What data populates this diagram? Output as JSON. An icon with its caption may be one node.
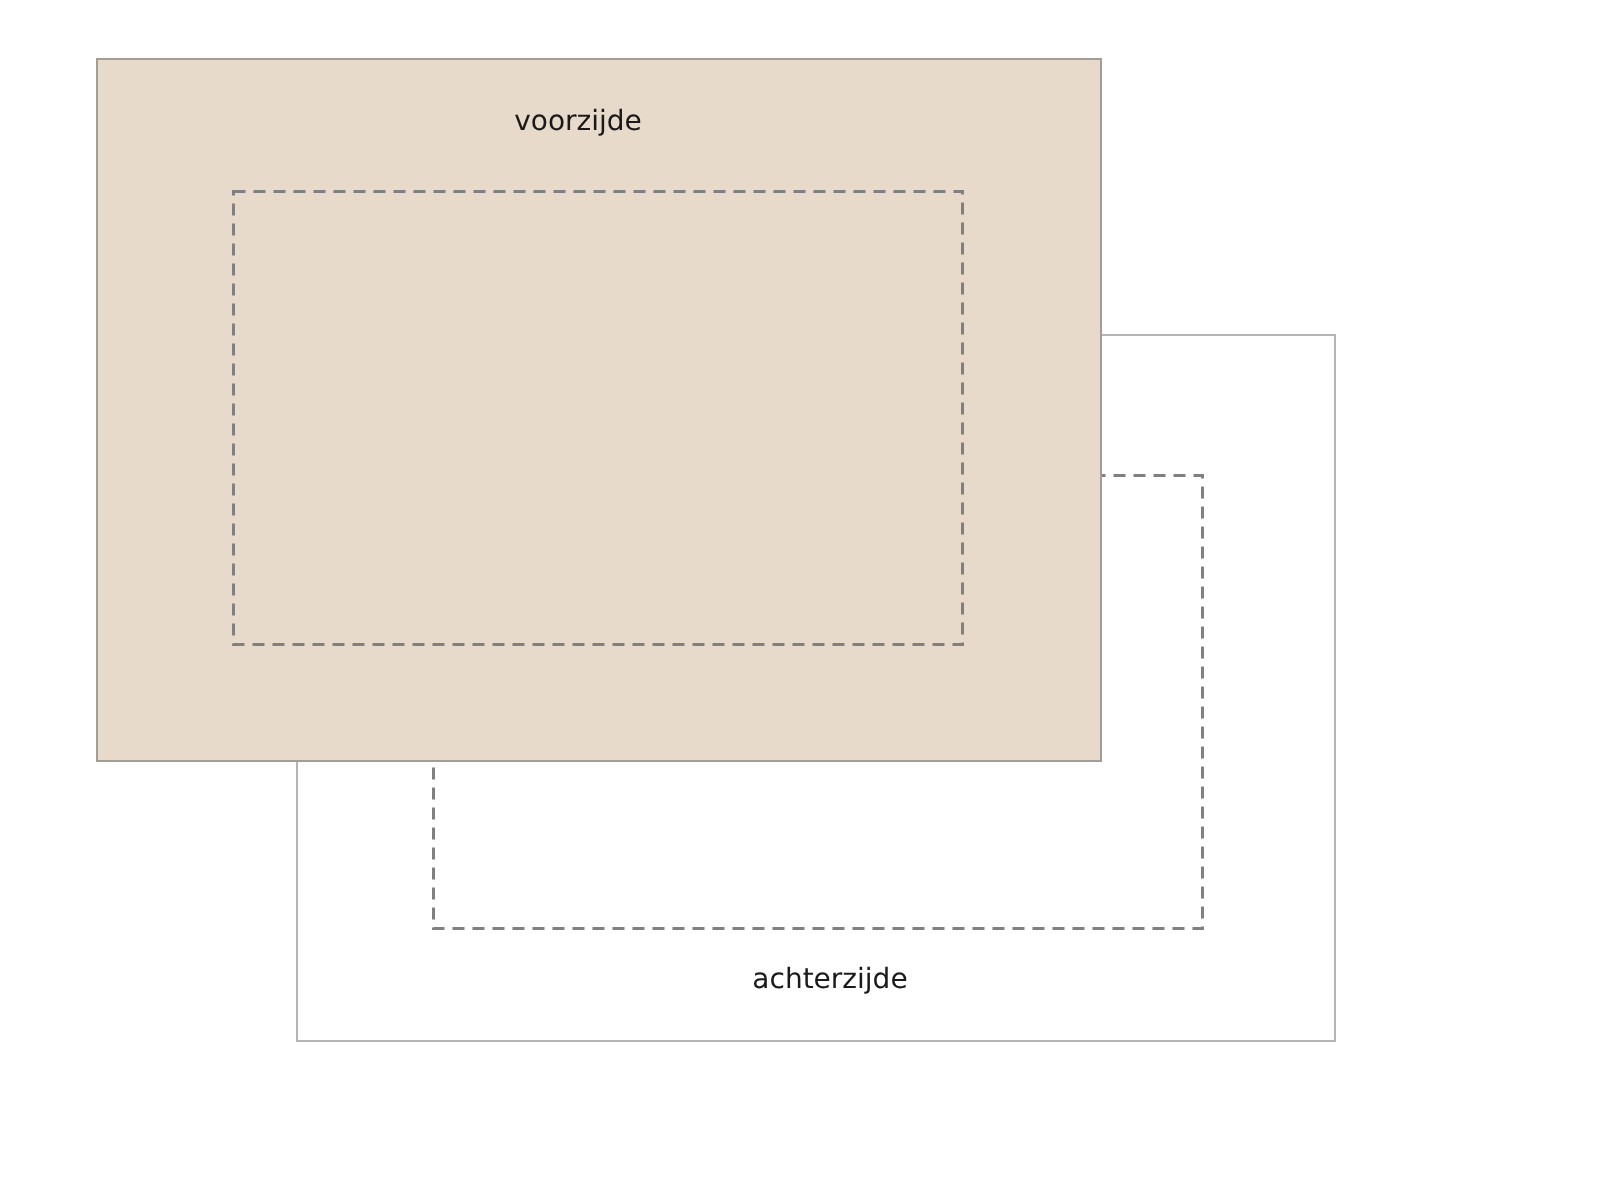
{
  "diagram": {
    "nodes": [
      {
        "text": [
          "voorzijde"
        ]
      },
      {
        "text": [],
        "shape": "box",
        "in": 0
      },
      {
        "text": [
          "achterzijde"
        ]
      },
      {
        "text": [],
        "shape": "box",
        "in": 2
      }
    ]
  }
}
